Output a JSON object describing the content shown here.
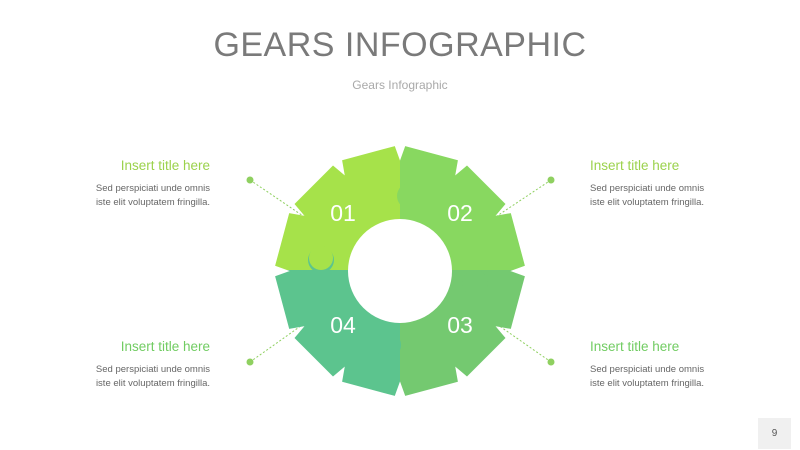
{
  "title": "GEARS INFOGRAPHIC",
  "subtitle": "Gears Infographic",
  "colors": {
    "seg01": "#a6e24a",
    "seg02": "#88d860",
    "seg03": "#74c970",
    "seg04": "#5cc48e",
    "title_green": "#9bd24c",
    "title_green_dark": "#71cc62",
    "connector_dot": "#8fd060"
  },
  "segments": [
    {
      "number": "01",
      "title": "Insert title here",
      "text_line1": "Sed perspiciati unde omnis",
      "text_line2": "iste elit voluptatem fringilla."
    },
    {
      "number": "02",
      "title": "Insert title here",
      "text_line1": "Sed perspiciati unde omnis",
      "text_line2": "iste elit voluptatem fringilla."
    },
    {
      "number": "03",
      "title": "Insert title here",
      "text_line1": "Sed perspiciati unde omnis",
      "text_line2": "iste elit voluptatem fringilla."
    },
    {
      "number": "04",
      "title": "Insert title here",
      "text_line1": "Sed perspiciati unde omnis",
      "text_line2": "iste elit voluptatem fringilla."
    }
  ],
  "page_number": "9"
}
